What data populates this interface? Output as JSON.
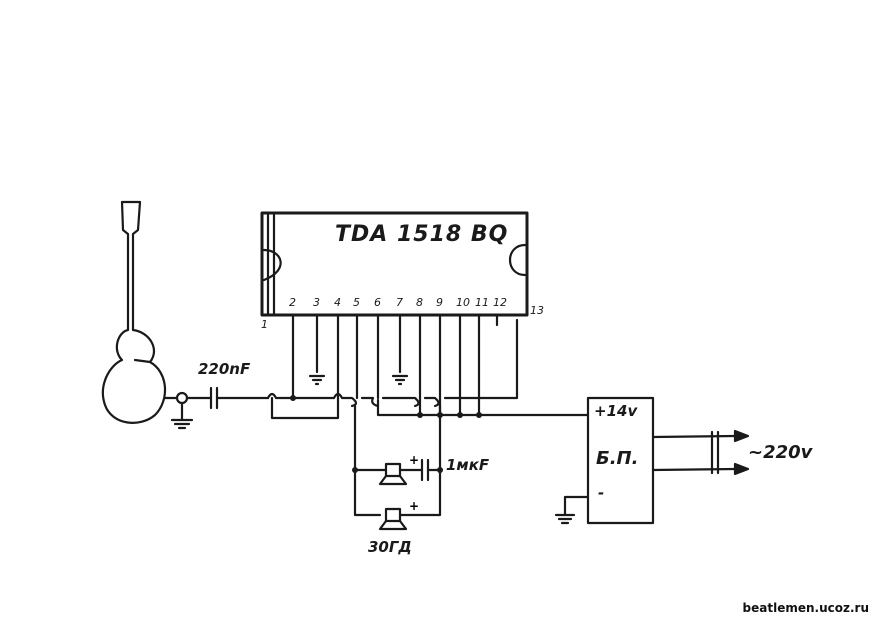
{
  "chip": {
    "title": "TDA 1518 BQ",
    "pins": [
      "1",
      "2",
      "3",
      "4",
      "5",
      "6",
      "7",
      "8",
      "9",
      "10",
      "11",
      "12",
      "13"
    ]
  },
  "components": {
    "input_capacitor": "220nF",
    "output_capacitor": "1мкF",
    "speaker": "30ГД"
  },
  "power_supply": {
    "name": "Б.П.",
    "positive": "+14v",
    "negative": "-",
    "mains": "~220v"
  },
  "watermark": "beatlemen.ucoz.ru"
}
